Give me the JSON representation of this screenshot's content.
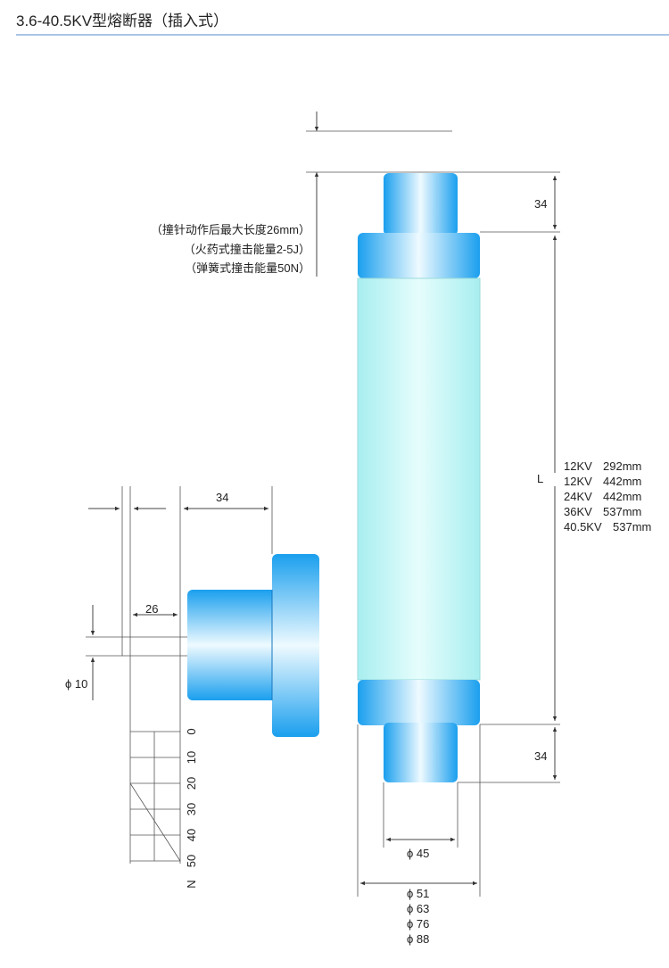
{
  "title": "3.6-40.5KV型熔断器（插入式）",
  "notes": [
    "（撞针动作后最大长度26mm）",
    "（火药式撞击能量2-5J）",
    "（弹簧式撞击能量50N）"
  ],
  "dimensions": {
    "top_cap": "34",
    "length_symbol": "L",
    "bottom_cap": "34",
    "inner_diameter": "ϕ 45",
    "outer_diameters": [
      "ϕ 51",
      "ϕ 63",
      "ϕ 76",
      "ϕ 88"
    ],
    "detail_width": "34",
    "striker_travel": "26",
    "striker_diameter": "ϕ 10"
  },
  "length_table": [
    {
      "voltage": "12KV",
      "length": "292mm"
    },
    {
      "voltage": "12KV",
      "length": "442mm"
    },
    {
      "voltage": "24KV",
      "length": "442mm"
    },
    {
      "voltage": "36KV",
      "length": "537mm"
    },
    {
      "voltage": "40.5KV",
      "length": "537mm"
    }
  ],
  "force_scale": {
    "ticks": [
      "0",
      "10",
      "20",
      "30",
      "40",
      "50"
    ],
    "unit": "N"
  },
  "colors": {
    "cap": "#1aa3ef",
    "body": "#c4f5f5",
    "rule": "#a9c4e6"
  }
}
